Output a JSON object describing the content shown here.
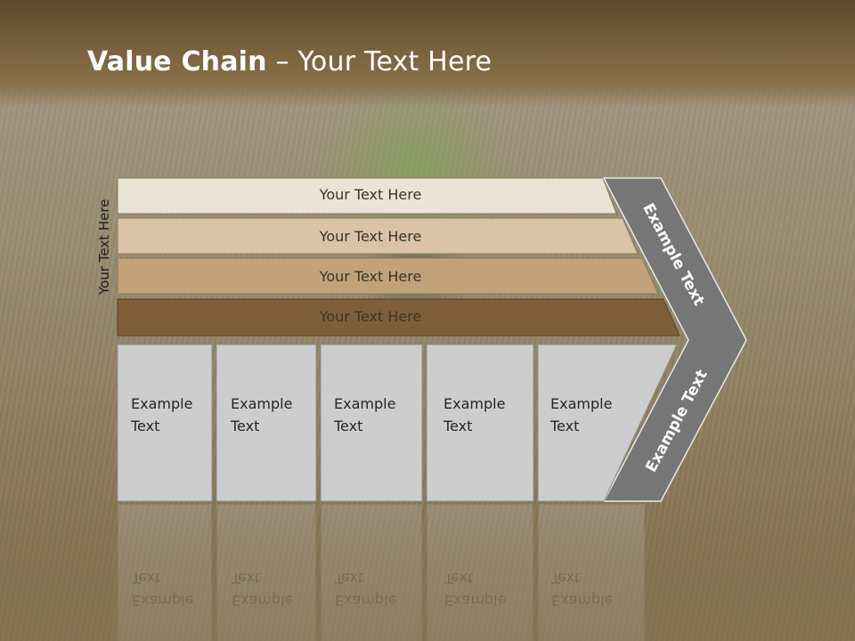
{
  "slide": {
    "title_bold": "Value Chain",
    "title_rest": " – Your Text Here",
    "side_label": "Your Text Here"
  },
  "bars": [
    {
      "label": "Your Text Here",
      "fill": "#ebe3d6"
    },
    {
      "label": "Your Text Here",
      "fill": "#d9c4a8"
    },
    {
      "label": "Your Text Here",
      "fill": "#c2a278"
    },
    {
      "label": "Your Text Here",
      "fill": "#7f5f3a"
    }
  ],
  "cells": [
    {
      "line1": "Example",
      "line2": "Text"
    },
    {
      "line1": "Example",
      "line2": "Text"
    },
    {
      "line1": "Example",
      "line2": "Text"
    },
    {
      "line1": "Example",
      "line2": "Text"
    },
    {
      "line1": "Example",
      "line2": "Text"
    }
  ],
  "arrow": {
    "upper_label": "Example Text",
    "lower_label": "Example Text",
    "fill": "#767676"
  },
  "colors": {
    "cell_fill": "#cdcdcd",
    "header_brown": "#6e5837"
  }
}
